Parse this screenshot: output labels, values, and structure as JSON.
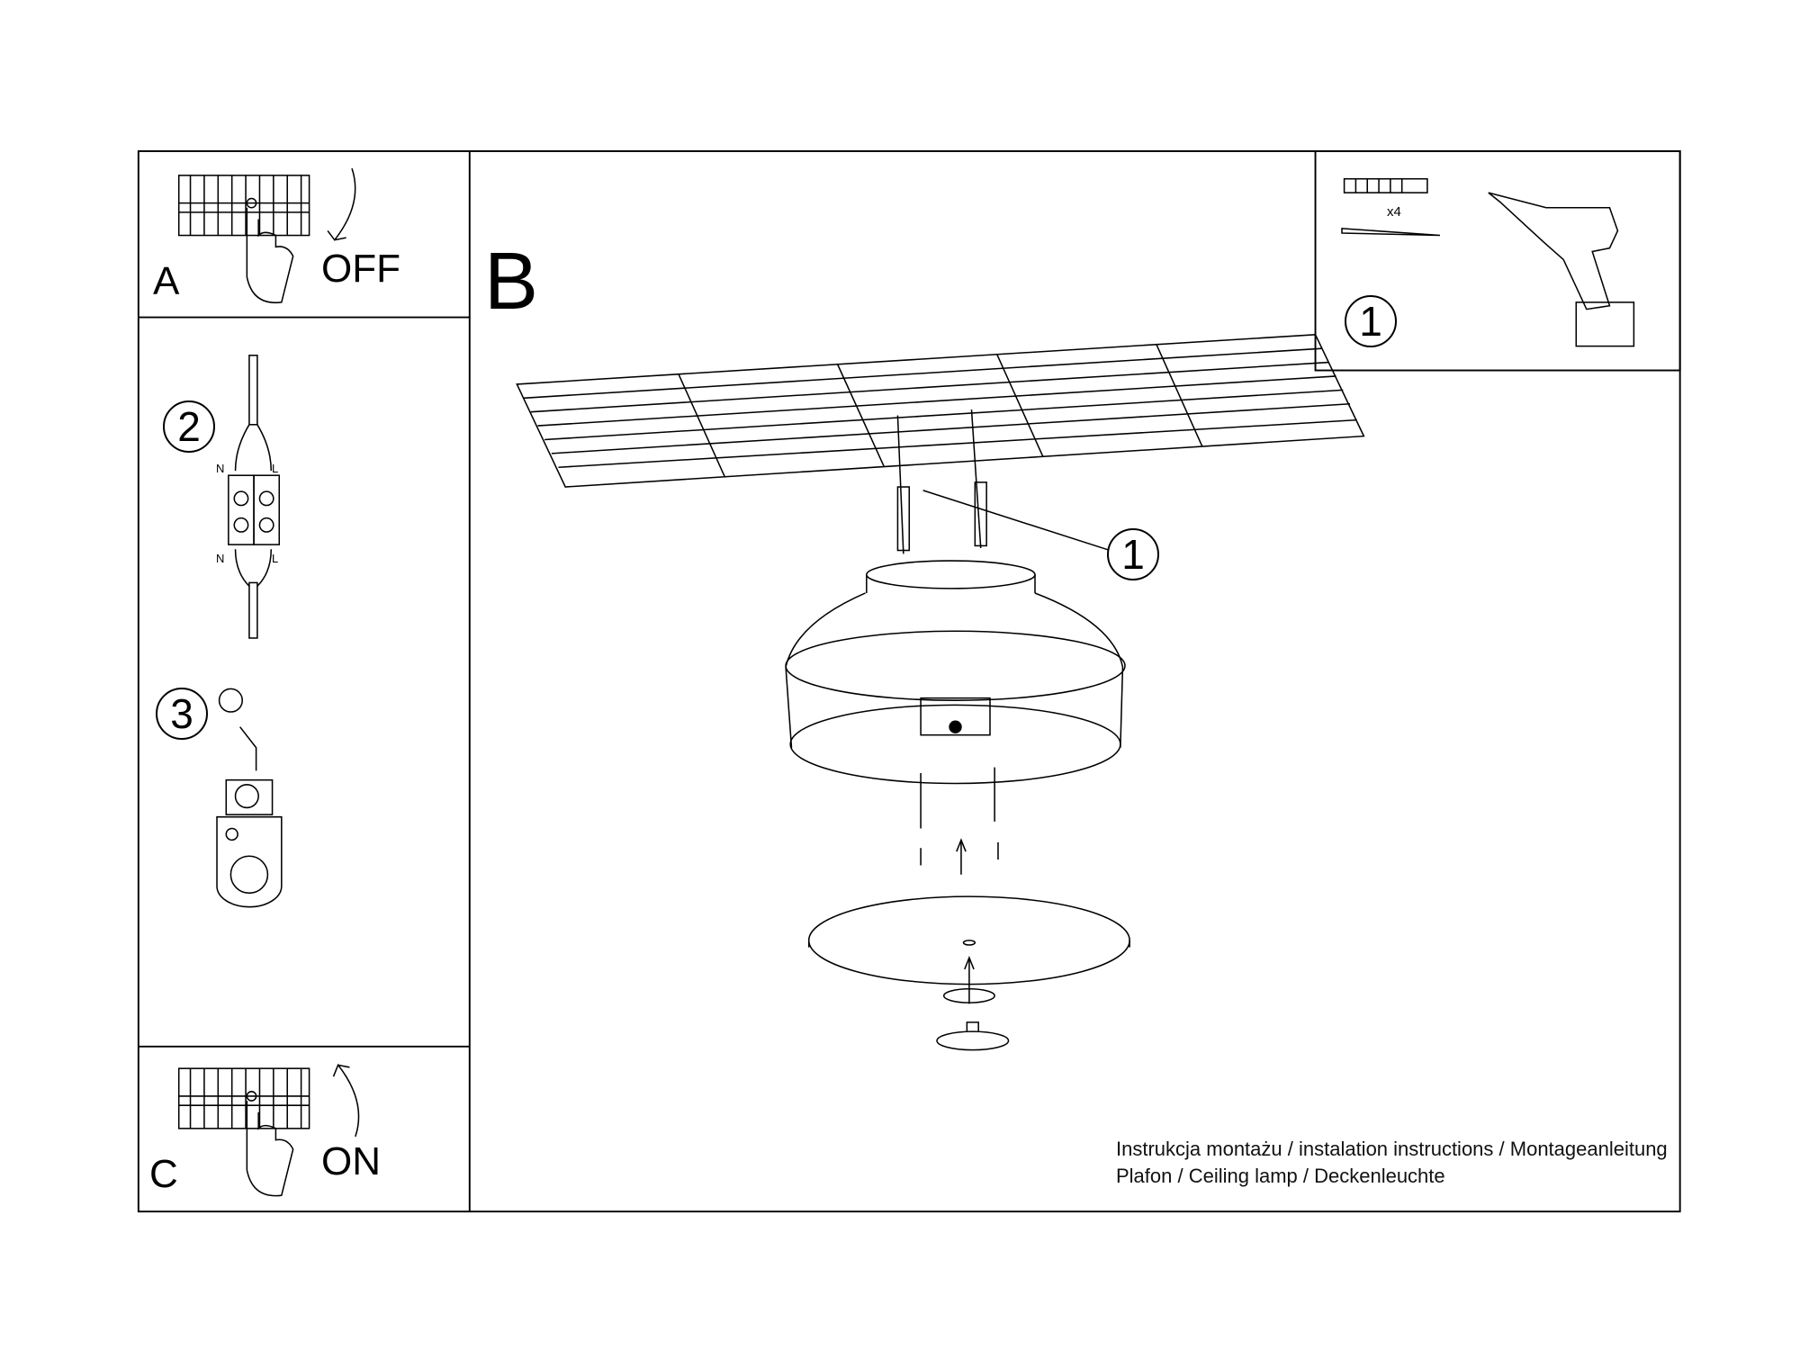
{
  "panels": {
    "a": {
      "letter": "A",
      "state": "OFF"
    },
    "b": {
      "letter": "B"
    },
    "c": {
      "letter": "C",
      "state": "ON"
    }
  },
  "steps": {
    "tools": {
      "number": "1",
      "quantity": "x4"
    },
    "wiring": {
      "number": "2",
      "terminal_labels": [
        "N",
        "L",
        "N",
        "L"
      ]
    },
    "ground": {
      "number": "3"
    },
    "callout": {
      "number": "1"
    }
  },
  "caption": {
    "line1": "Instrukcja montażu / instalation instructions / Montageanleitung",
    "line2": "Plafon / Ceiling lamp / Deckenleuchte"
  },
  "colors": {
    "line": "#000000",
    "background": "#ffffff"
  }
}
